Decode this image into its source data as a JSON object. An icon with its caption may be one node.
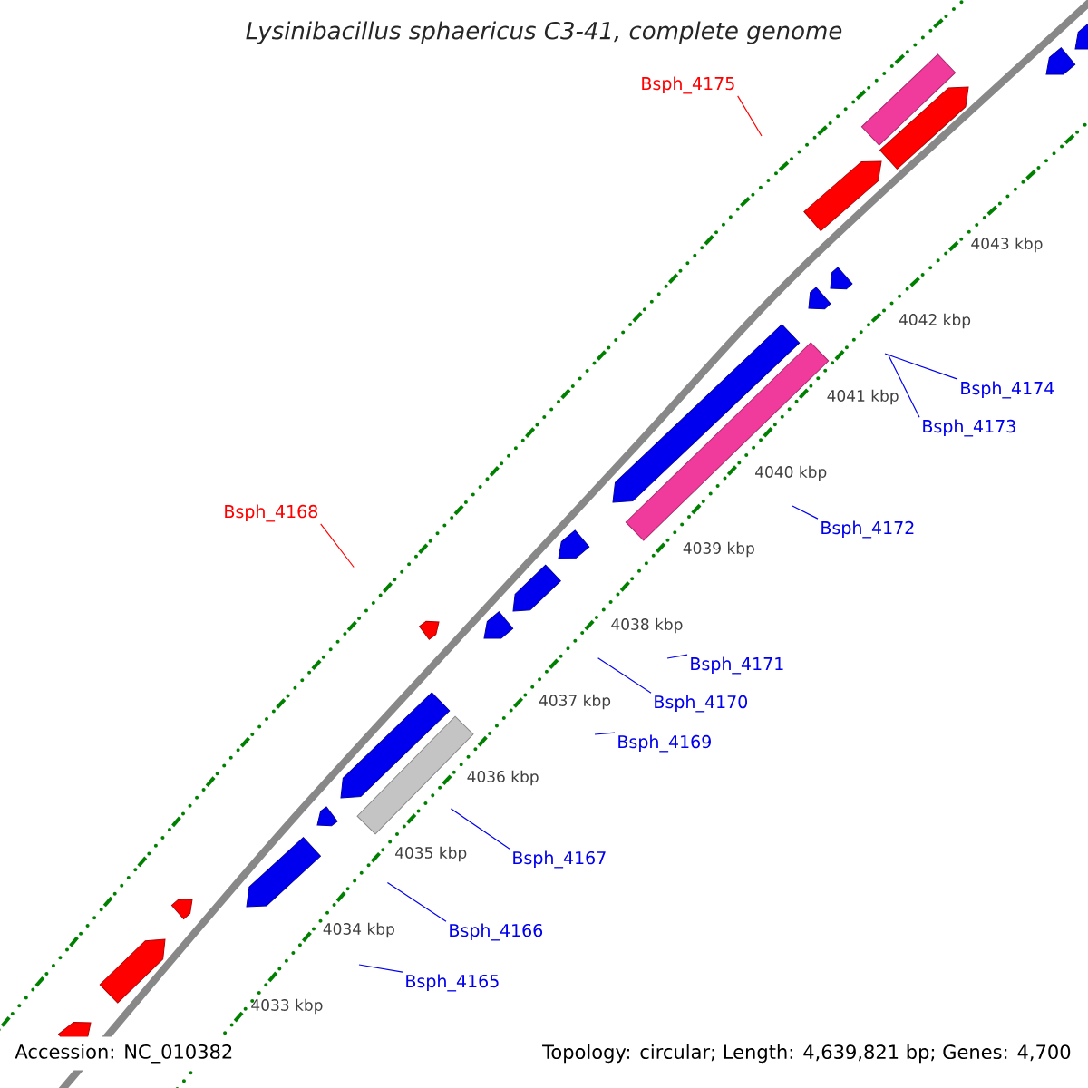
{
  "diagram": {
    "title": "*Lysinibacillus sphaericus* C3-41, complete genome",
    "nodes": [
      {
        "text": [
          "Bsph_4175"
        ]
      },
      {
        "text": [
          "Bsph_4174"
        ]
      },
      {
        "text": [
          "Bsph_4173"
        ]
      },
      {
        "text": [
          "Bsph_4168"
        ]
      },
      {
        "text": [
          "Bsph_4172"
        ]
      },
      {
        "text": [
          "Bsph_4171"
        ]
      },
      {
        "text": [
          "Bsph_4170"
        ]
      },
      {
        "text": [
          "Bsph_4169"
        ]
      },
      {
        "text": [
          "Bsph_4167"
        ]
      },
      {
        "text": [
          "Bsph_4166"
        ]
      },
      {
        "text": [
          "Bsph_4165"
        ]
      }
    ],
    "edges": [
      {
        "from": 0,
        "to": null,
        "arrow": "none",
        "color": "#ff0000"
      },
      {
        "from": 1,
        "to": null,
        "arrow": "none"
      },
      {
        "from": 2,
        "to": null,
        "arrow": "none"
      },
      {
        "from": 3,
        "to": null,
        "arrow": "none",
        "color": "#ff0000"
      },
      {
        "from": 4,
        "to": null,
        "arrow": "none"
      },
      {
        "from": 5,
        "to": null,
        "arrow": "none"
      },
      {
        "from": 6,
        "to": null,
        "arrow": "none"
      },
      {
        "from": 7,
        "to": null,
        "arrow": "none"
      },
      {
        "from": 8,
        "to": null,
        "arrow": "none"
      },
      {
        "from": 9,
        "to": null,
        "arrow": "none"
      },
      {
        "from": 10,
        "to": null,
        "arrow": "none"
      }
    ],
    "labels": [
      "4043 kbp",
      "4042 kbp",
      "4041 kbp",
      "4040 kbp",
      "4039 kbp",
      "4038 kbp",
      "4037 kbp",
      "4036 kbp",
      "4035 kbp",
      "4034 kbp",
      "4033 kbp",
      "Accession: NC_010382",
      "Topology: circular; Length: 4,639,821 bp; Genes: 4,700"
    ]
  }
}
